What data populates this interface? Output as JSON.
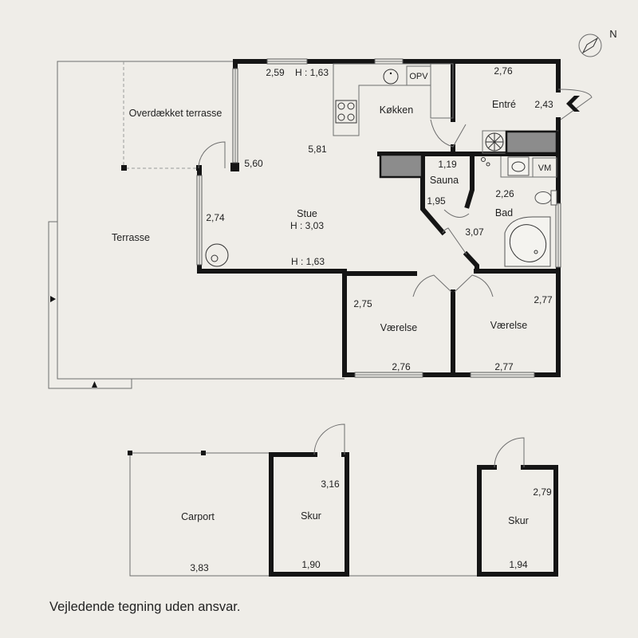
{
  "compass": {
    "north": "N",
    "icon": "compass-icon"
  },
  "covered_terrace": {
    "label": "Overdækket terrasse"
  },
  "terrace": {
    "label": "Terrasse"
  },
  "living_room": {
    "label": "Stue",
    "ceiling": "H : 3,03",
    "dim_top": "2,59",
    "height_top": "H : 1,63",
    "dim_length": "5,81",
    "dim_left": "5,60",
    "dim_side": "2,74",
    "height_bottom": "H : 1,63"
  },
  "kitchen": {
    "label": "Køkken",
    "dishwasher": "OPV"
  },
  "entrance": {
    "label": "Entré",
    "dim_width": "2,76",
    "dim_depth": "2,43"
  },
  "sauna": {
    "label": "Sauna",
    "dim_width": "1,19",
    "dim_depth": "1,95"
  },
  "bathroom": {
    "label": "Bad",
    "dim_width": "2,26",
    "dim_depth": "3,07",
    "washer": "VM"
  },
  "bedroom_left": {
    "label": "Værelse",
    "dim_side": "2,75",
    "dim_bottom": "2,76"
  },
  "bedroom_right": {
    "label": "Værelse",
    "dim_side": "2,77",
    "dim_bottom": "2,77"
  },
  "carport": {
    "label": "Carport",
    "dim_bottom": "3,83"
  },
  "shed_1": {
    "label": "Skur",
    "dim_side": "3,16",
    "dim_bottom": "1,90"
  },
  "shed_2": {
    "label": "Skur",
    "dim_side": "2,79",
    "dim_bottom": "1,94"
  },
  "footer": {
    "disclaimer": "Vejledende tegning uden ansvar."
  },
  "colors": {
    "background": "#efede8",
    "wall": "#151515",
    "line": "#6e6e6e",
    "fill_grey": "#8c8c8c",
    "text": "#222222"
  }
}
